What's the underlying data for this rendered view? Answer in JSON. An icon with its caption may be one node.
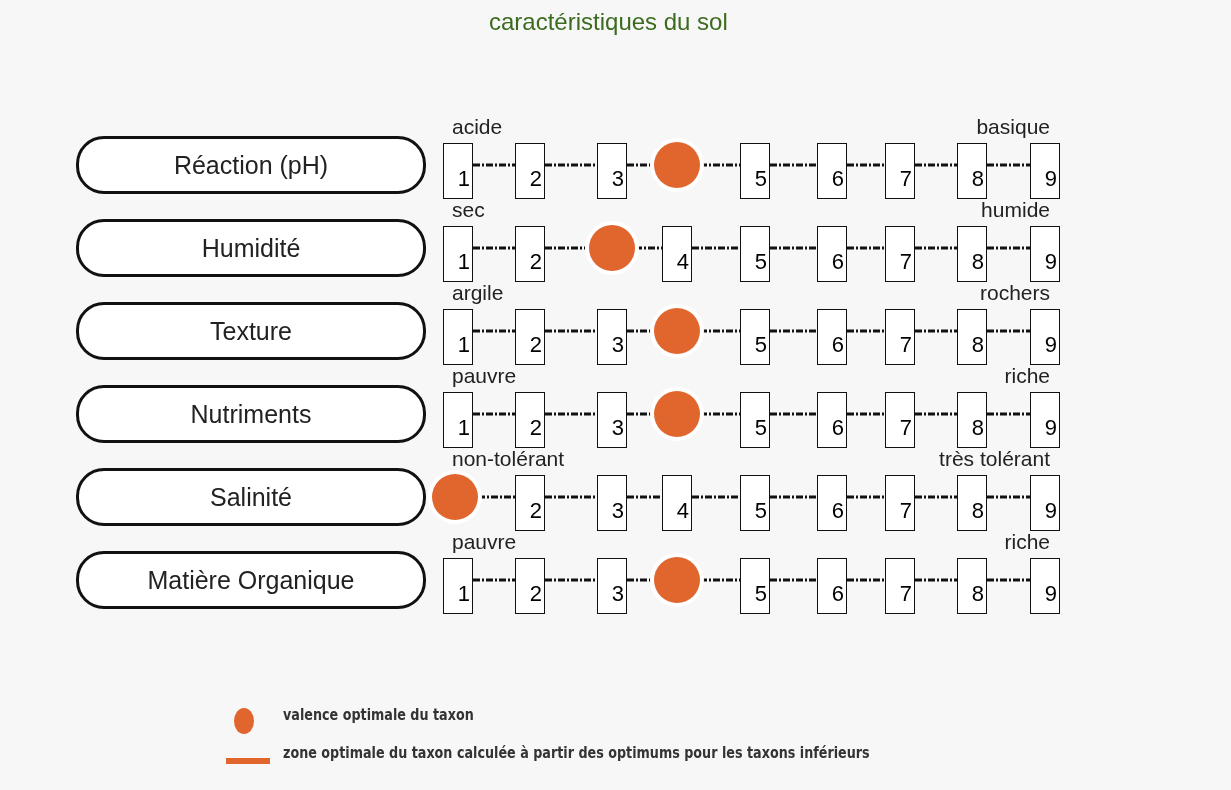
{
  "diagram": {
    "title": "caractéristiques du sol",
    "nodes": [
      {
        "text": [
          "Réaction (pH)"
        ]
      },
      {
        "text": [
          "1"
        ]
      },
      {
        "text": [
          "2"
        ]
      },
      {
        "text": [
          "3"
        ]
      },
      {
        "text": [],
        "shape": "circle"
      },
      {
        "text": [
          "5"
        ]
      },
      {
        "text": [
          "6"
        ]
      },
      {
        "text": [
          "7"
        ]
      },
      {
        "text": [
          "8"
        ]
      },
      {
        "text": [
          "9"
        ]
      },
      {
        "text": [
          "Humidité"
        ]
      },
      {
        "text": [
          "1"
        ]
      },
      {
        "text": [
          "2"
        ]
      },
      {
        "text": [],
        "shape": "circle"
      },
      {
        "text": [
          "4"
        ]
      },
      {
        "text": [
          "5"
        ]
      },
      {
        "text": [
          "6"
        ]
      },
      {
        "text": [
          "7"
        ]
      },
      {
        "text": [
          "8"
        ]
      },
      {
        "text": [
          "9"
        ]
      },
      {
        "text": [
          "Texture"
        ]
      },
      {
        "text": [
          "1"
        ]
      },
      {
        "text": [
          "2"
        ]
      },
      {
        "text": [
          "3"
        ]
      },
      {
        "text": [],
        "shape": "circle"
      },
      {
        "text": [
          "5"
        ]
      },
      {
        "text": [
          "6"
        ]
      },
      {
        "text": [
          "7"
        ]
      },
      {
        "text": [
          "8"
        ]
      },
      {
        "text": [
          "9"
        ]
      },
      {
        "text": [
          "Nutriments"
        ]
      },
      {
        "text": [
          "1"
        ]
      },
      {
        "text": [
          "2"
        ]
      },
      {
        "text": [
          "3"
        ]
      },
      {
        "text": [],
        "shape": "circle"
      },
      {
        "text": [
          "5"
        ]
      },
      {
        "text": [
          "6"
        ]
      },
      {
        "text": [
          "7"
        ]
      },
      {
        "text": [
          "8"
        ]
      },
      {
        "text": [
          "9"
        ]
      },
      {
        "text": [
          "Salinité"
        ]
      },
      {
        "text": [],
        "shape": "circle"
      },
      {
        "text": [
          "2"
        ]
      },
      {
        "text": [
          "3"
        ]
      },
      {
        "text": [
          "4"
        ]
      },
      {
        "text": [
          "5"
        ]
      },
      {
        "text": [
          "6"
        ]
      },
      {
        "text": [
          "7"
        ]
      },
      {
        "text": [
          "8"
        ]
      },
      {
        "text": [
          "9"
        ]
      },
      {
        "text": [
          "Matière Organique"
        ]
      },
      {
        "text": [
          "1"
        ]
      },
      {
        "text": [
          "2"
        ]
      },
      {
        "text": [
          "3"
        ]
      },
      {
        "text": [],
        "shape": "circle"
      },
      {
        "text": [
          "5"
        ]
      },
      {
        "text": [
          "6"
        ]
      },
      {
        "text": [
          "7"
        ]
      },
      {
        "text": [
          "8"
        ]
      },
      {
        "text": [
          "9"
        ]
      }
    ],
    "edges": [
      {
        "from": 1,
        "to": 2,
        "arrow": "none",
        "style": "dashed"
      },
      {
        "from": 2,
        "to": 3,
        "arrow": "none",
        "style": "dashed"
      },
      {
        "from": 3,
        "to": 4,
        "arrow": "none",
        "style": "dashed"
      },
      {
        "from": 4,
        "to": 5,
        "arrow": "none",
        "style": "dashed"
      },
      {
        "from": 5,
        "to": 6,
        "arrow": "none",
        "style": "dashed"
      },
      {
        "from": 6,
        "to": 7,
        "arrow": "none",
        "style": "dashed"
      },
      {
        "from": 7,
        "to": 8,
        "arrow": "none",
        "style": "dashed"
      },
      {
        "from": 8,
        "to": 9,
        "arrow": "none",
        "style": "dashed"
      },
      {
        "from": 11,
        "to": 12,
        "arrow": "none",
        "style": "dashed"
      },
      {
        "from": 12,
        "to": 13,
        "arrow": "none",
        "style": "dashed"
      },
      {
        "from": 13,
        "to": 14,
        "arrow": "none",
        "style": "dashed"
      },
      {
        "from": 14,
        "to": 15,
        "arrow": "none",
        "style": "dashed"
      },
      {
        "from": 15,
        "to": 16,
        "arrow": "none",
        "style": "dashed"
      },
      {
        "from": 16,
        "to": 17,
        "arrow": "none",
        "style": "dashed"
      },
      {
        "from": 17,
        "to": 18,
        "arrow": "none",
        "style": "dashed"
      },
      {
        "from": 18,
        "to": 19,
        "arrow": "none",
        "style": "dashed"
      },
      {
        "from": 21,
        "to": 22,
        "arrow": "none",
        "style": "dashed"
      },
      {
        "from": 22,
        "to": 23,
        "arrow": "none",
        "style": "dashed"
      },
      {
        "from": 23,
        "to": 24,
        "arrow": "none",
        "style": "dashed"
      },
      {
        "from": 24,
        "to": 25,
        "arrow": "none",
        "style": "dashed"
      },
      {
        "from": 25,
        "to": 26,
        "arrow": "none",
        "style": "dashed"
      },
      {
        "from": 26,
        "to": 27,
        "arrow": "none",
        "style": "dashed"
      },
      {
        "from": 27,
        "to": 28,
        "arrow": "none",
        "style": "dashed"
      },
      {
        "from": 28,
        "to": 29,
        "arrow": "none",
        "style": "dashed"
      },
      {
        "from": 31,
        "to": 32,
        "arrow": "none",
        "style": "dashed"
      },
      {
        "from": 32,
        "to": 33,
        "arrow": "none",
        "style": "dashed"
      },
      {
        "from": 33,
        "to": 34,
        "arrow": "none",
        "style": "dashed"
      },
      {
        "from": 34,
        "to": 35,
        "arrow": "none",
        "style": "dashed"
      },
      {
        "from": 35,
        "to": 36,
        "arrow": "none",
        "style": "dashed"
      },
      {
        "from": 36,
        "to": 37,
        "arrow": "none",
        "style": "dashed"
      },
      {
        "from": 37,
        "to": 38,
        "arrow": "none",
        "style": "dashed"
      },
      {
        "from": 38,
        "to": 39,
        "arrow": "none",
        "style": "dashed"
      },
      {
        "from": 41,
        "to": 42,
        "arrow": "none",
        "style": "dashed"
      },
      {
        "from": 42,
        "to": 43,
        "arrow": "none",
        "style": "dashed"
      },
      {
        "from": 43,
        "to": 44,
        "arrow": "none",
        "style": "dashed"
      },
      {
        "from": 44,
        "to": 45,
        "arrow": "none",
        "style": "dashed"
      },
      {
        "from": 45,
        "to": 46,
        "arrow": "none",
        "style": "dashed"
      },
      {
        "from": 46,
        "to": 47,
        "arrow": "none",
        "style": "dashed"
      },
      {
        "from": 47,
        "to": 48,
        "arrow": "none",
        "style": "dashed"
      },
      {
        "from": 48,
        "to": 49,
        "arrow": "none",
        "style": "dashed"
      },
      {
        "from": 51,
        "to": 52,
        "arrow": "none",
        "style": "dashed"
      },
      {
        "from": 52,
        "to": 53,
        "arrow": "none",
        "style": "dashed"
      },
      {
        "from": 53,
        "to": 54,
        "arrow": "none",
        "style": "dashed"
      },
      {
        "from": 54,
        "to": 55,
        "arrow": "none",
        "style": "dashed"
      },
      {
        "from": 55,
        "to": 56,
        "arrow": "none",
        "style": "dashed"
      },
      {
        "from": 56,
        "to": 57,
        "arrow": "none",
        "style": "dashed"
      },
      {
        "from": 57,
        "to": 58,
        "arrow": "none",
        "style": "dashed"
      },
      {
        "from": 58,
        "to": 59,
        "arrow": "none",
        "style": "dashed"
      }
    ],
    "labels": [
      "acide",
      "basique",
      "sec",
      "humide",
      "argile",
      "rochers",
      "pauvre",
      "riche",
      "non-tolérant",
      "très tolérant",
      "pauvre",
      "riche"
    ],
    "legend": [
      {
        "text": "valence optimale du taxon"
      },
      {
        "text": "zone optimale du taxon calculée à partir des optimums pour les taxons inférieurs"
      }
    ]
  }
}
